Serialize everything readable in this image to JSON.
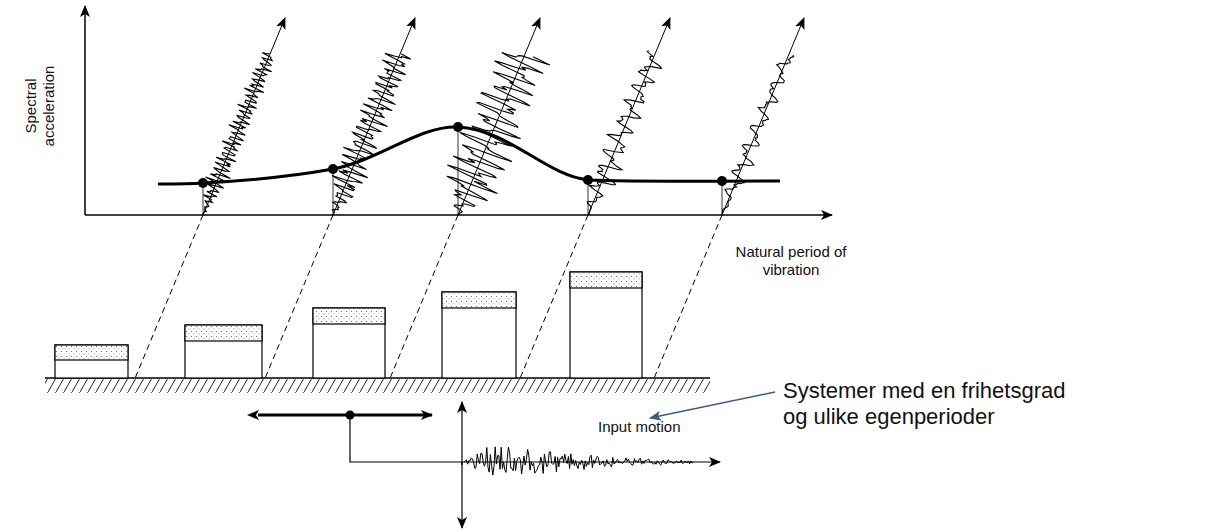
{
  "diagram": {
    "labels": [
      "Spectral acceleration",
      "Natural period of vibration",
      "Systemer med en frihetsgrad og ulike egenperioder",
      "Input motion"
    ]
  }
}
